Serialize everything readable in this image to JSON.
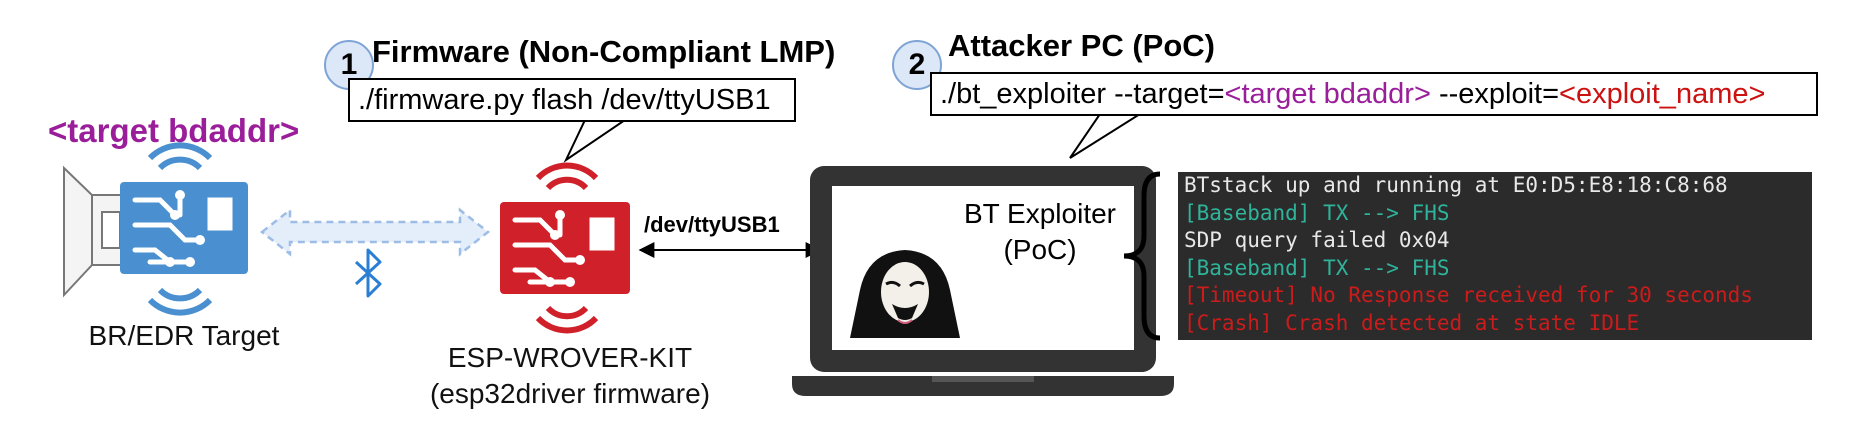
{
  "step1": {
    "number": "1",
    "title": "Firmware (Non-Compliant LMP)",
    "command": "./firmware.py flash /dev/ttyUSB1"
  },
  "step2": {
    "number": "2",
    "title": "Attacker PC (PoC)",
    "command_prefix": "./bt_exploiter --target=",
    "command_target": "<target bdaddr>",
    "command_mid": " --exploit=",
    "command_exploit": "<exploit_name>"
  },
  "target": {
    "bdaddr_label": "<target bdaddr>",
    "caption": "BR/EDR Target"
  },
  "esp": {
    "caption_line1": "ESP-WROVER-KIT",
    "caption_line2": "(esp32driver firmware)"
  },
  "link_label": "/dev/ttyUSB1",
  "laptop": {
    "screen_line1": "BT Exploiter",
    "screen_line2": "(PoC)"
  },
  "terminal": {
    "lines": [
      {
        "text": "BTstack up and running at E0:D5:E8:18:C8:68",
        "color": "#e8e8e8"
      },
      {
        "text": "[Baseband] TX --> FHS",
        "color": "#2fb39a"
      },
      {
        "text": "SDP query failed 0x04",
        "color": "#e8e8e8"
      },
      {
        "text": "[Baseband] TX --> FHS",
        "color": "#2fb39a"
      },
      {
        "text": "[Timeout] No Response received for 30 seconds",
        "color": "#cc1b1b"
      },
      {
        "text": "[Crash] Crash detected at state IDLE",
        "color": "#cc1b1b"
      }
    ]
  },
  "colors": {
    "target_board": "#4a8fcf",
    "esp_board": "#d0202a",
    "bluetooth": "#2a7fd4",
    "bdaddr": "#9a1e9a",
    "exploit": "#cc1111",
    "laptop": "#333333"
  }
}
